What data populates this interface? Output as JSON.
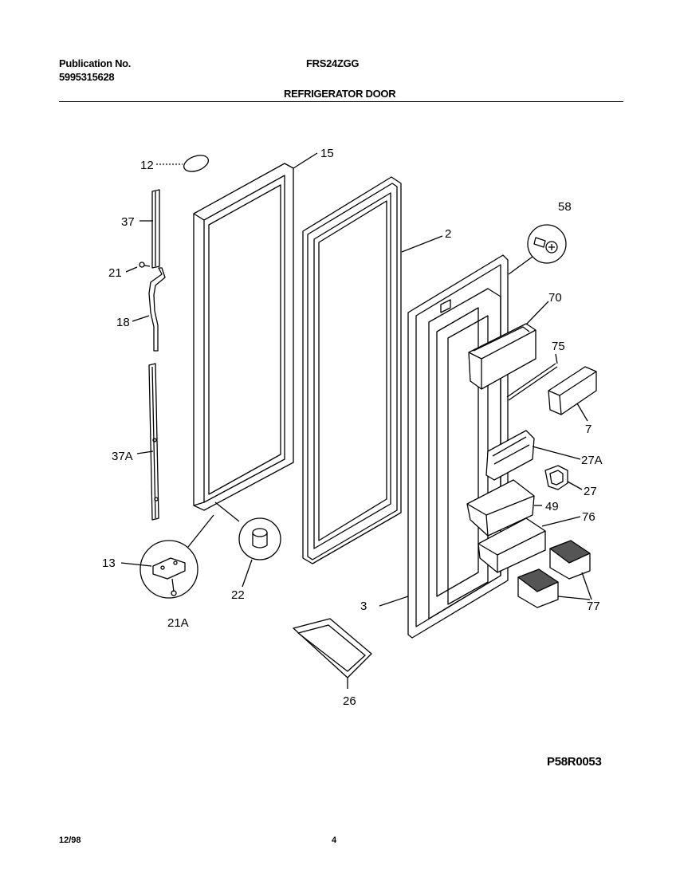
{
  "header": {
    "publication_label": "Publication No.",
    "publication_number": "5995315628",
    "model": "FRS24ZGG",
    "section_title": "REFRIGERATOR DOOR"
  },
  "parts": {
    "p12": "12",
    "p15": "15",
    "p37": "37",
    "p21": "21",
    "p18": "18",
    "p37a": "37A",
    "p13": "13",
    "p21a": "21A",
    "p22": "22",
    "p2": "2",
    "p58": "58",
    "p70": "70",
    "p75": "75",
    "p7": "7",
    "p27a": "27A",
    "p27": "27",
    "p49": "49",
    "p76": "76",
    "p77": "77",
    "p3": "3",
    "p26": "26"
  },
  "figure_code": "P58R0053",
  "footer": {
    "date": "12/98",
    "page": "4"
  }
}
